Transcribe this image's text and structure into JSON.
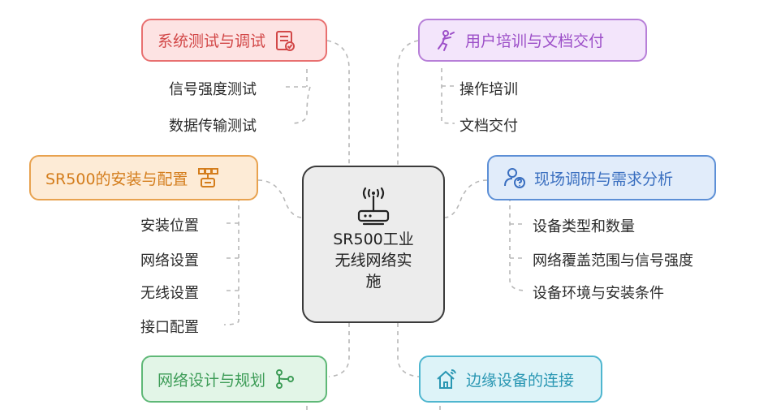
{
  "center": {
    "title": "SR500工业\n无线网络实\n施",
    "icon": "wifi-router-icon"
  },
  "branches": {
    "testing": {
      "label": "系统测试与调试",
      "icon": "checklist-icon",
      "color": "#e87070",
      "fill": "#fde3e3",
      "items": [
        "信号强度测试",
        "数据传输测试"
      ]
    },
    "installation": {
      "label": "SR500的安装与配置",
      "icon": "network-config-icon",
      "color": "#e8a24f",
      "fill": "#fdebd6",
      "items": [
        "安装位置",
        "网络设置",
        "无线设置",
        "接口配置"
      ]
    },
    "design": {
      "label": "网络设计与规划",
      "icon": "flow-path-icon",
      "color": "#5fb877",
      "fill": "#e2f5e7",
      "items": []
    },
    "training": {
      "label": "用户培训与文档交付",
      "icon": "person-training-icon",
      "color": "#b77fd8",
      "fill": "#f3e5fb",
      "items": [
        "操作培训",
        "文档交付"
      ]
    },
    "survey": {
      "label": "现场调研与需求分析",
      "icon": "user-question-icon",
      "color": "#5c8fd6",
      "fill": "#e1ecfa",
      "items": [
        "设备类型和数量",
        "网络覆盖范围与信号强度",
        "设备环境与安装条件"
      ]
    },
    "edge": {
      "label": "边缘设备的连接",
      "icon": "smart-home-icon",
      "color": "#4fb6cf",
      "fill": "#ddf3f8",
      "items": []
    }
  }
}
